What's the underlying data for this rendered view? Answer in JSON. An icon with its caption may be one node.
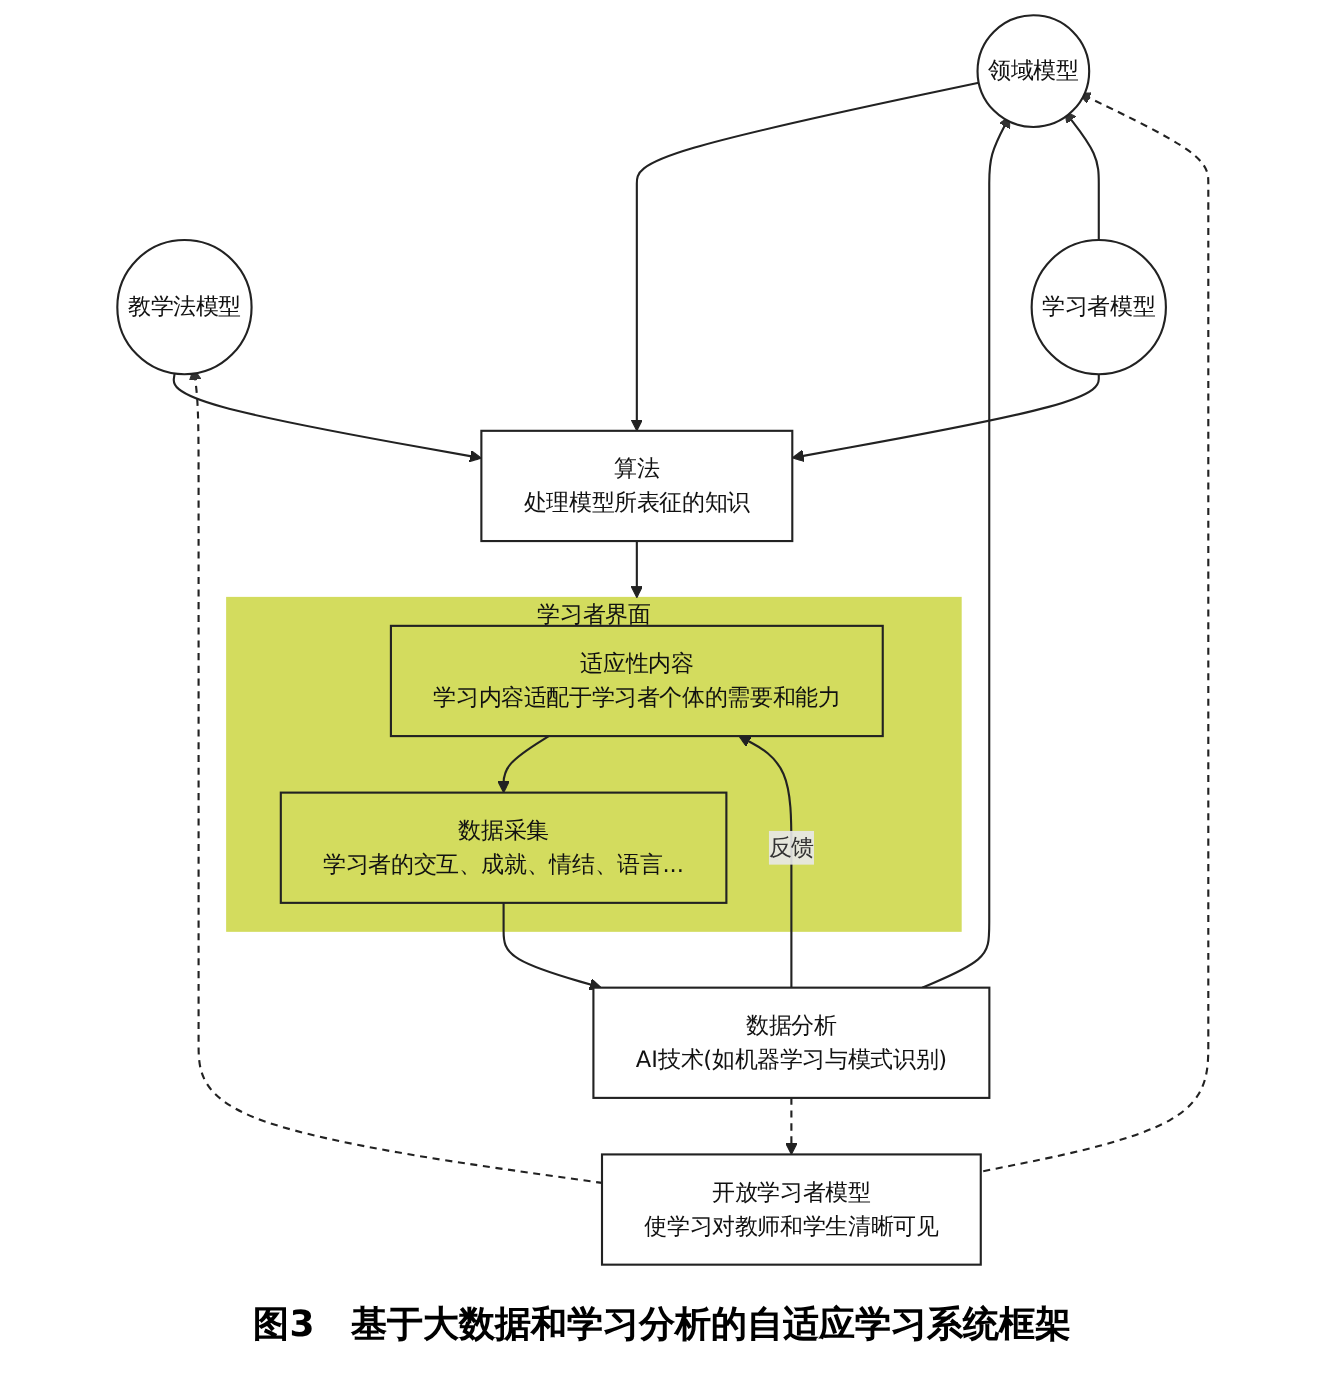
{
  "diagram": {
    "caption": "图3　基于大数据和学习分析的自适应学习系统框架",
    "nodes": [
      {
        "text": [
          "领域模型"
        ]
      },
      {
        "text": [
          "教学法模型"
        ]
      },
      {
        "text": [
          "算法",
          "处理模型所表征的知识"
        ]
      },
      {
        "text": [
          "学习者模型"
        ]
      },
      {
        "text": [
          "学习者界面"
        ]
      },
      {
        "text": [
          "适应性内容",
          "学习内容适配于学习者个体的需要和能力"
        ],
        "in": 4
      },
      {
        "text": [
          "数据采集",
          "学习者的交互、成就、情结、语言..."
        ],
        "in": 4
      },
      {
        "text": [
          "数据分析",
          "AI技术(如机器学习与模式识别)"
        ]
      },
      {
        "text": [
          "开放学习者模型",
          "使学习对教师和学生清晰可见"
        ]
      }
    ],
    "edges": [
      {
        "from": 0,
        "to": 2,
        "arrow": "to"
      },
      {
        "from": 1,
        "to": 2,
        "arrow": "to"
      },
      {
        "from": 3,
        "to": 2,
        "arrow": "to"
      },
      {
        "from": 2,
        "to": 4,
        "arrow": "to"
      },
      {
        "from": 5,
        "to": 6,
        "arrow": "to"
      },
      {
        "from": 6,
        "to": 7,
        "arrow": "to"
      },
      {
        "from": 7,
        "to": 5,
        "arrow": "to",
        "label": "反馈"
      },
      {
        "from": 7,
        "to": 0,
        "arrow": "to"
      },
      {
        "from": 3,
        "to": 0,
        "arrow": "to"
      },
      {
        "from": 7,
        "to": 8,
        "arrow": "to",
        "style": "dashed"
      },
      {
        "from": 8,
        "to": 1,
        "arrow": "to",
        "style": "dashed"
      },
      {
        "from": 8,
        "to": 0,
        "arrow": "to",
        "style": "dashed"
      }
    ]
  }
}
